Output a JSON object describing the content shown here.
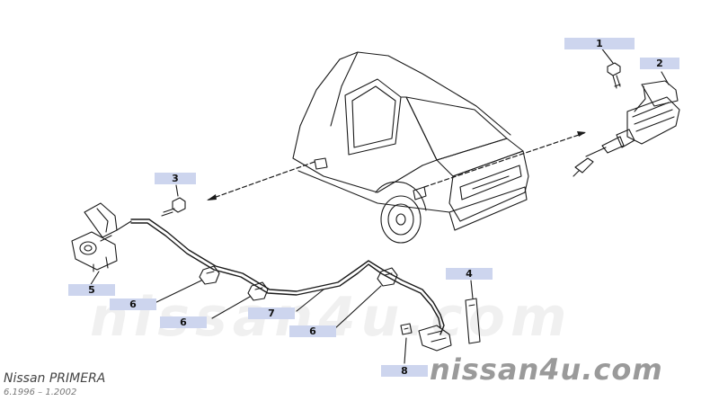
{
  "callouts": [
    "1",
    "2",
    "3",
    "4",
    "5",
    "6",
    "6",
    "7",
    "6",
    "8"
  ],
  "watermark": "nissan4u.com",
  "brand": "nissan4u.com",
  "model": "Nissan PRIMERA",
  "years": "6.1996 – 1.2002",
  "colors": {
    "callout_background": "#cdd5ee",
    "line_art": "#1a1a1a",
    "brand_text": "#9a9a9a"
  }
}
